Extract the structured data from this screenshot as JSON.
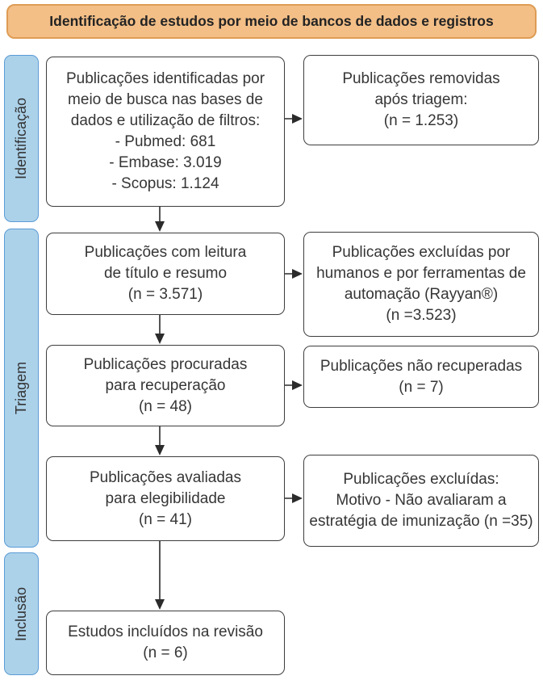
{
  "header": {
    "title": "Identificação de estudos por meio de bancos de dados e registros"
  },
  "sidebar": {
    "identification_label": "Identificação",
    "screening_label": "Triagem",
    "inclusion_label": "Inclusão"
  },
  "boxes": {
    "identified": {
      "lines": [
        "Publicações identificadas por",
        "meio de busca nas bases de",
        "dados e utilização de filtros:",
        "- Pubmed: 681",
        "- Embase: 3.019",
        "- Scopus: 1.124"
      ]
    },
    "removed": {
      "lines": [
        "Publicações removidas",
        "após triagem:",
        "(n = 1.253)"
      ]
    },
    "screened": {
      "lines": [
        "Publicações com leitura",
        "de título e resumo",
        "(n = 3.571)"
      ]
    },
    "excluded_screening": {
      "lines": [
        "Publicações excluídas por",
        "humanos e por ferramentas de",
        "automação (Rayyan®)",
        "(n =3.523)"
      ]
    },
    "sought": {
      "lines": [
        "Publicações procuradas",
        "para recuperação",
        "(n = 48)"
      ]
    },
    "not_retrieved": {
      "lines": [
        "Publicações não recuperadas",
        "(n = 7)"
      ]
    },
    "assessed": {
      "lines": [
        "Publicações avaliadas",
        "para elegibilidade",
        "(n = 41)"
      ]
    },
    "excluded_eligibility": {
      "lines": [
        "Publicações excluídas:",
        "Motivo - Não avaliaram a",
        "estratégia de imunização (n =35)"
      ]
    },
    "included": {
      "lines": [
        "Estudos incluídos na revisão",
        "(n = 6)"
      ]
    }
  },
  "colors": {
    "header_fill": "#F3BF87",
    "header_border": "#DE9C55",
    "stage_fill": "#ACD2EA",
    "stage_border": "#5B9BD5",
    "box_border": "#3D3D3D",
    "arrow": "#2B2B2B",
    "text": "#363636"
  }
}
